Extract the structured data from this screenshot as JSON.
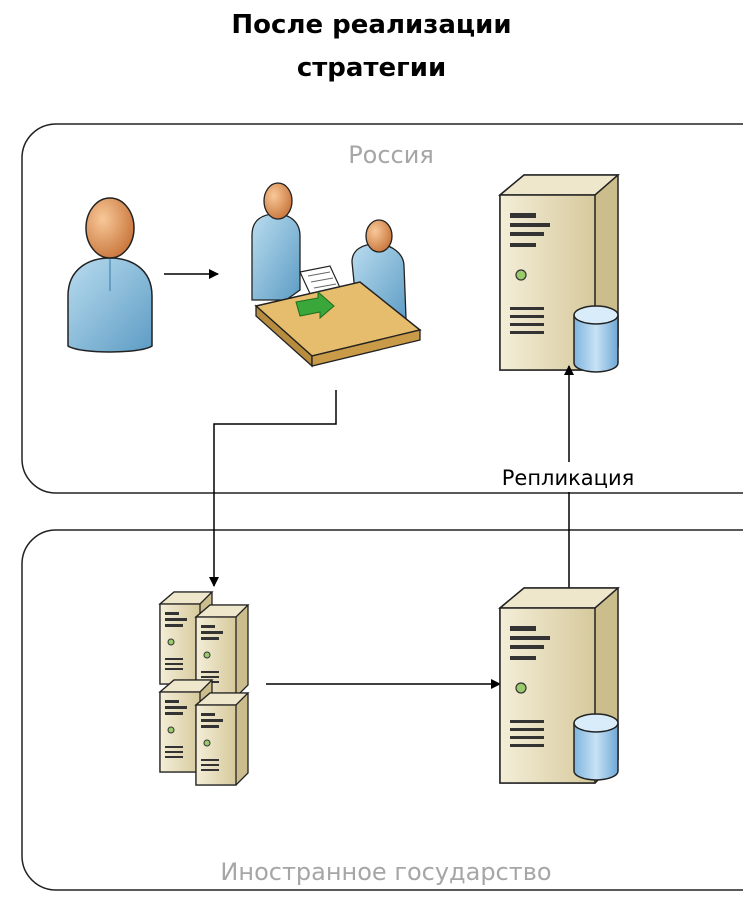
{
  "title": {
    "line1": "После реализации",
    "line2": "стратегии"
  },
  "regions": {
    "russia": {
      "label": "Россия"
    },
    "foreign": {
      "label": "Иностранное государство"
    }
  },
  "edges": {
    "replication": {
      "label": "Репликация"
    }
  },
  "nodes": {
    "user": {
      "icon": "user-icon"
    },
    "consultation": {
      "icon": "consultation-desk-icon"
    },
    "russia_db_server": {
      "icon": "database-server-icon"
    },
    "server_cluster": {
      "icon": "server-cluster-icon"
    },
    "foreign_db_server": {
      "icon": "database-server-icon"
    }
  },
  "colors": {
    "person_body": "#7fb8d8",
    "person_skin": "#e8a066",
    "server_body": "#e2d8b6",
    "database": "#a8d0ee",
    "desk": "#e0b563",
    "arrow_green": "#3aa73a",
    "outline": "#222222"
  }
}
